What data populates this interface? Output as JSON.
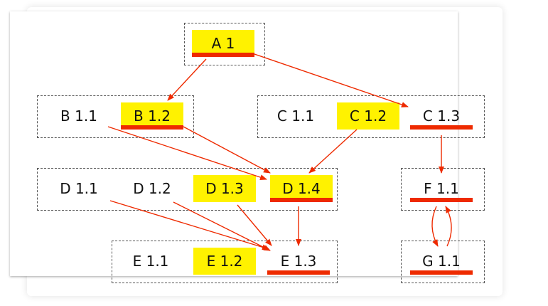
{
  "colors": {
    "highlight": "#fff200",
    "underline": "#ee2a00",
    "arrow": "#ee2a00"
  },
  "nodes": {
    "a11": "A 1",
    "b11": "B 1.1",
    "b12": "B 1.2",
    "c11": "C 1.1",
    "c12": "C 1.2",
    "c13": "C 1.3",
    "d11": "D 1.1",
    "d12": "D 1.2",
    "d13": "D 1.3",
    "d14": "D 1.4",
    "e11": "E 1.1",
    "e12": "E 1.2",
    "e13": "E 1.3",
    "f11": "F 1.1",
    "g11": "G 1.1"
  },
  "highlighted": [
    "a11",
    "b12",
    "c12",
    "d13",
    "d14",
    "e12"
  ],
  "underlined": [
    "a11",
    "b12",
    "c13",
    "d14",
    "e13",
    "f11",
    "g11"
  ],
  "edges": [
    {
      "from": "a11",
      "to": "b12"
    },
    {
      "from": "a11",
      "to": "c13"
    },
    {
      "from": "b11",
      "to": "d14"
    },
    {
      "from": "b12",
      "to": "d14"
    },
    {
      "from": "c12",
      "to": "d14"
    },
    {
      "from": "c13",
      "to": "f11"
    },
    {
      "from": "d11",
      "to": "e13"
    },
    {
      "from": "d12",
      "to": "e13"
    },
    {
      "from": "d13",
      "to": "e13"
    },
    {
      "from": "d14",
      "to": "e13"
    },
    {
      "from": "f11",
      "to": "g11"
    },
    {
      "from": "g11",
      "to": "f11"
    }
  ]
}
